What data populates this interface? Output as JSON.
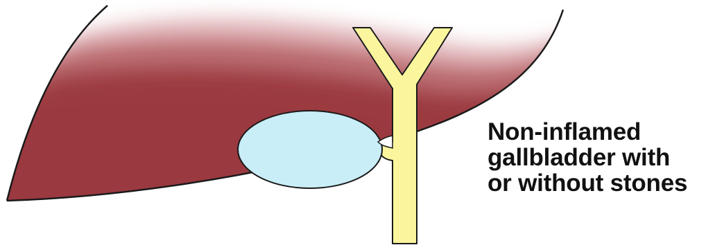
{
  "caption": {
    "lines": [
      "Non-inflamed",
      "gallbladder with",
      "or without stones"
    ]
  },
  "colors": {
    "liver_core": "#9b3a40",
    "liver_mid": "#b05a60",
    "liver_edge": "#e8c8ca",
    "liver_outline": "#1a1a1a",
    "gallbladder_fill": "#c9eef8",
    "gallbladder_outline": "#1a1a1a",
    "bile_duct_fill": "#fbf59e",
    "bile_duct_outline": "#1a1a1a",
    "text": "#111111",
    "background": "#ffffff"
  }
}
